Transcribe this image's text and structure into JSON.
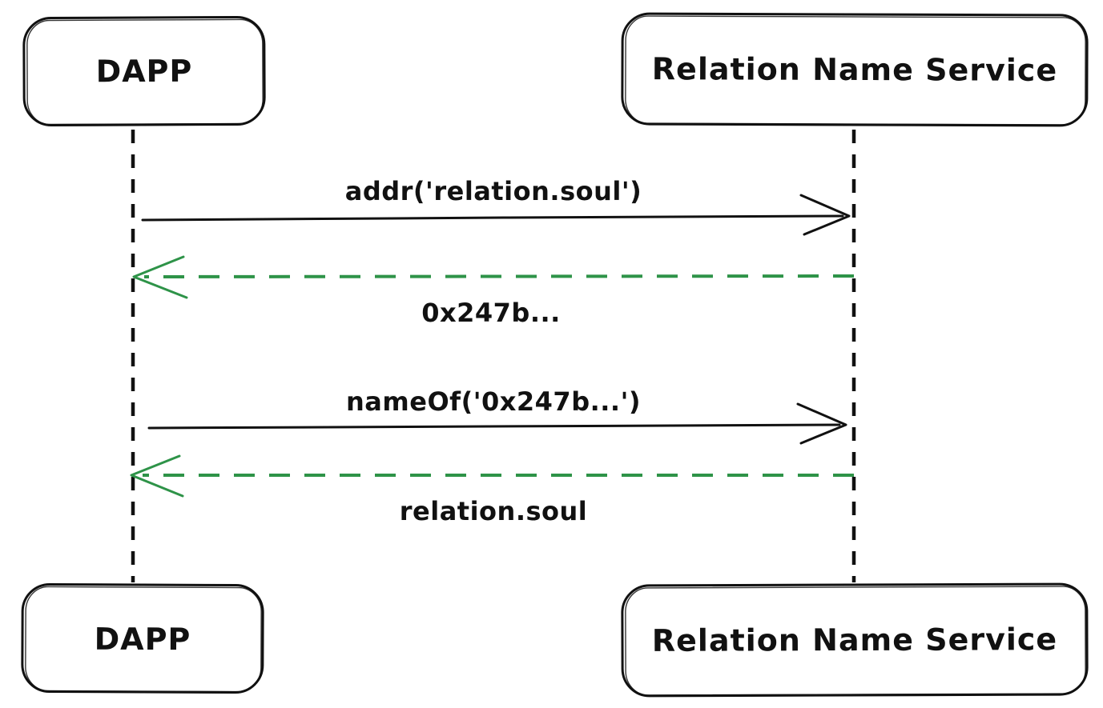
{
  "diagram": {
    "type": "sequence",
    "actors": [
      {
        "id": "dapp",
        "label": "DAPP"
      },
      {
        "id": "rns",
        "label": "Relation Name Service"
      }
    ],
    "messages": [
      {
        "from": "dapp",
        "to": "rns",
        "label": "addr('relation.soul')",
        "line_style": "solid",
        "color": "#111111"
      },
      {
        "from": "rns",
        "to": "dapp",
        "label": "0x247b...",
        "line_style": "dashed",
        "color": "#2e9348"
      },
      {
        "from": "dapp",
        "to": "rns",
        "label": "nameOf('0x247b...')",
        "line_style": "solid",
        "color": "#111111"
      },
      {
        "from": "rns",
        "to": "dapp",
        "label": "relation.soul",
        "line_style": "dashed",
        "color": "#2e9348"
      }
    ],
    "colors": {
      "stroke": "#111111",
      "return_arrow_green": "#2e9348",
      "background": "#ffffff"
    }
  }
}
